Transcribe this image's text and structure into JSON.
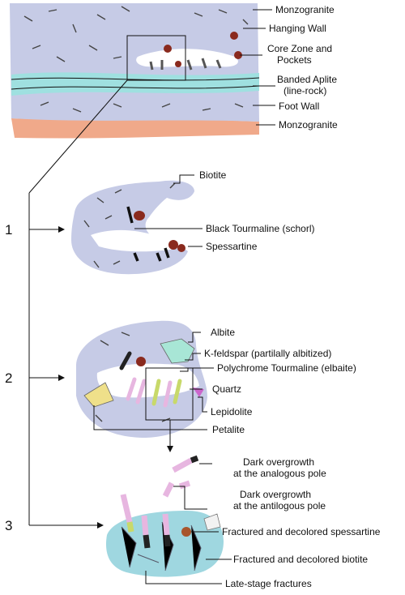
{
  "colors": {
    "matrix": "#c6cbe6",
    "aplite": "#9fe0e0",
    "monzogranite": "#f0a98a",
    "garnet": "#8a2a1e",
    "tourmaline_black": "#222222",
    "tourmaline_pink": "#e7b6e0",
    "tourmaline_green": "#c8d96a",
    "albite": "#a8e6d6",
    "lepidolite": "#cc66cc",
    "petalite": "#efe08a"
  },
  "top": {
    "labels": [
      {
        "text": "Monzogranite"
      },
      {
        "text": "Hanging Wall"
      },
      {
        "text": "Core Zone and"
      },
      {
        "text": "Pockets"
      },
      {
        "text": "Banded Aplite"
      },
      {
        "text": "(line-rock)"
      },
      {
        "text": "Foot Wall"
      },
      {
        "text": "Monzogranite"
      }
    ]
  },
  "stages": [
    {
      "number": "1",
      "labels": [
        "Biotite",
        "Black Tourmaline (schorl)",
        "Spessartine"
      ]
    },
    {
      "number": "2",
      "labels": [
        "Albite",
        "K-feldspar (partilally albitized)",
        "Polychrome Tourmaline (elbaite)",
        "Quartz",
        "Lepidolite",
        "Petalite"
      ]
    },
    {
      "number": "3",
      "labels": [
        "Dark overgrowth",
        "at the analogous pole",
        "Dark overgrowth",
        "at the antilogous pole",
        "Fractured and decolored spessartine",
        "Fractured and decolored biotite",
        "Late-stage fractures"
      ]
    }
  ]
}
